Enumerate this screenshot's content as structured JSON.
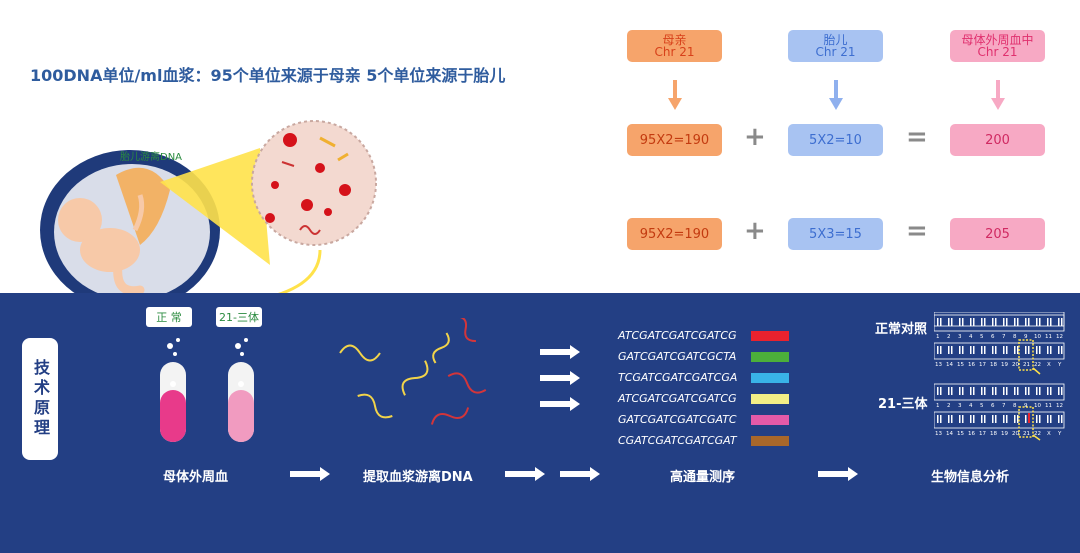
{
  "headline": "100DNA单位/ml血浆：95个单位来源于母亲   5个单位来源于胎儿",
  "fetal_label": "胎儿游离DNA",
  "columns": [
    {
      "line1": "母亲",
      "line2": "Chr 21",
      "color": "#f6a46b",
      "text_color": "#e2571f"
    },
    {
      "line1": "胎儿",
      "line2": "Chr 21",
      "color": "#a8c3f2",
      "text_color": "#3d6ed0"
    },
    {
      "line1": "母体外周血中",
      "line2": "Chr 21",
      "color": "#f7a9c4",
      "text_color": "#e0306e"
    }
  ],
  "equations": [
    {
      "a": "95X2=190",
      "op1": "+",
      "b": "5X2=10",
      "op2": "=",
      "result": "200"
    },
    {
      "a": "95X2=190",
      "op1": "+",
      "b": "5X3=15",
      "op2": "=",
      "result": "205"
    }
  ],
  "side_label": "技术原理",
  "tube_tags": {
    "normal": "正 常",
    "trisomy": "21-三体"
  },
  "steps": [
    "母体外周血",
    "提取血浆游离DNA",
    "高通量测序",
    "生物信息分析"
  ],
  "sequences": [
    {
      "text": "ATCGATCGATCGATCG",
      "color": "#e8222e"
    },
    {
      "text": "GATCGATCGATCGCTA",
      "color": "#4caf3a"
    },
    {
      "text": "TCGATCGATCGATCGA",
      "color": "#39b3e8"
    },
    {
      "text": "ATCGATCGATCGATCG",
      "color": "#f2ee86"
    },
    {
      "text": "GATCGATCGATCGATC",
      "color": "#e45aa8"
    },
    {
      "text": "CGATCGATCGATCGAT",
      "color": "#a8672a"
    }
  ],
  "karyotype": {
    "normal_label": "正常对照",
    "trisomy_label": "21-三体",
    "row1": [
      "1",
      "2",
      "3",
      "4",
      "5",
      "6",
      "7",
      "8",
      "9",
      "10",
      "11",
      "12"
    ],
    "row2": [
      "13",
      "14",
      "15",
      "16",
      "17",
      "18",
      "19",
      "20",
      "21",
      "22",
      "X",
      "Y"
    ]
  }
}
